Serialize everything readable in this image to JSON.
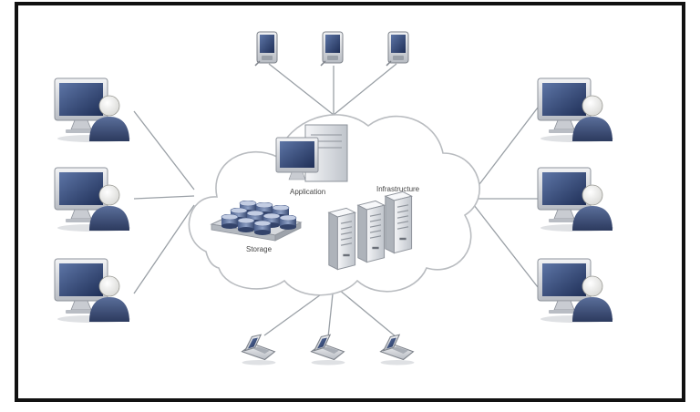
{
  "diagram": {
    "labels": {
      "application": "Application",
      "infrastructure": "Infrastructure",
      "storage": "Storage"
    },
    "colors": {
      "frame": "#111111",
      "line": "#9aa0a6",
      "cloud_fill": "#ffffff",
      "cloud_stroke": "#b9bcc0",
      "user_body": "#3c4e78",
      "monitor_screen": "#2c3f6e",
      "server": "#e3e6ea"
    }
  }
}
